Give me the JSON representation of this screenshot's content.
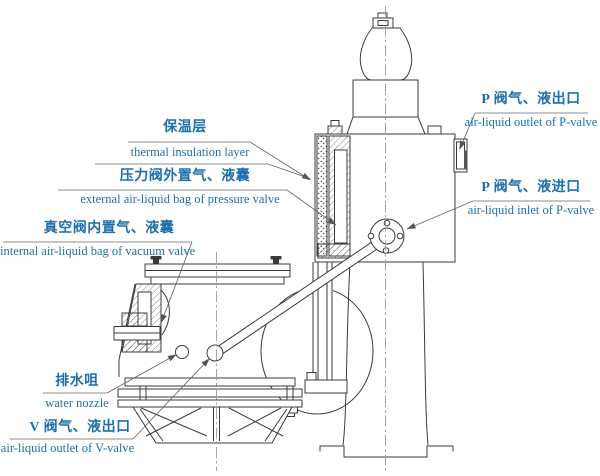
{
  "diagram": {
    "title": "pressure-vacuum valve cross-section",
    "colors": {
      "label_text": "#1d6fad",
      "line": "#3b3b3b",
      "centerline": "#9a9aa2"
    },
    "labels": {
      "insulation": {
        "zh": "保温层",
        "en": "thermal insulation layer"
      },
      "pressure_bag": {
        "zh": "压力阀外置气、液囊",
        "en": "external air-liquid bag of pressure valve"
      },
      "vacuum_bag": {
        "zh": "真空阀内置气、液囊",
        "en": "internal air-liquid bag of vacuum valve"
      },
      "water_nozzle": {
        "zh": "排水咀",
        "en": "water nozzle"
      },
      "v_outlet": {
        "zh": "V 阀气、液出口",
        "en": "air-liquid outlet of V-valve"
      },
      "p_outlet": {
        "zh": "P 阀气、液出口",
        "en": "air-liquid outlet of P-valve"
      },
      "p_inlet": {
        "zh": "P 阀气、液进口",
        "en": "air-liquid inlet of P-valve"
      }
    }
  }
}
